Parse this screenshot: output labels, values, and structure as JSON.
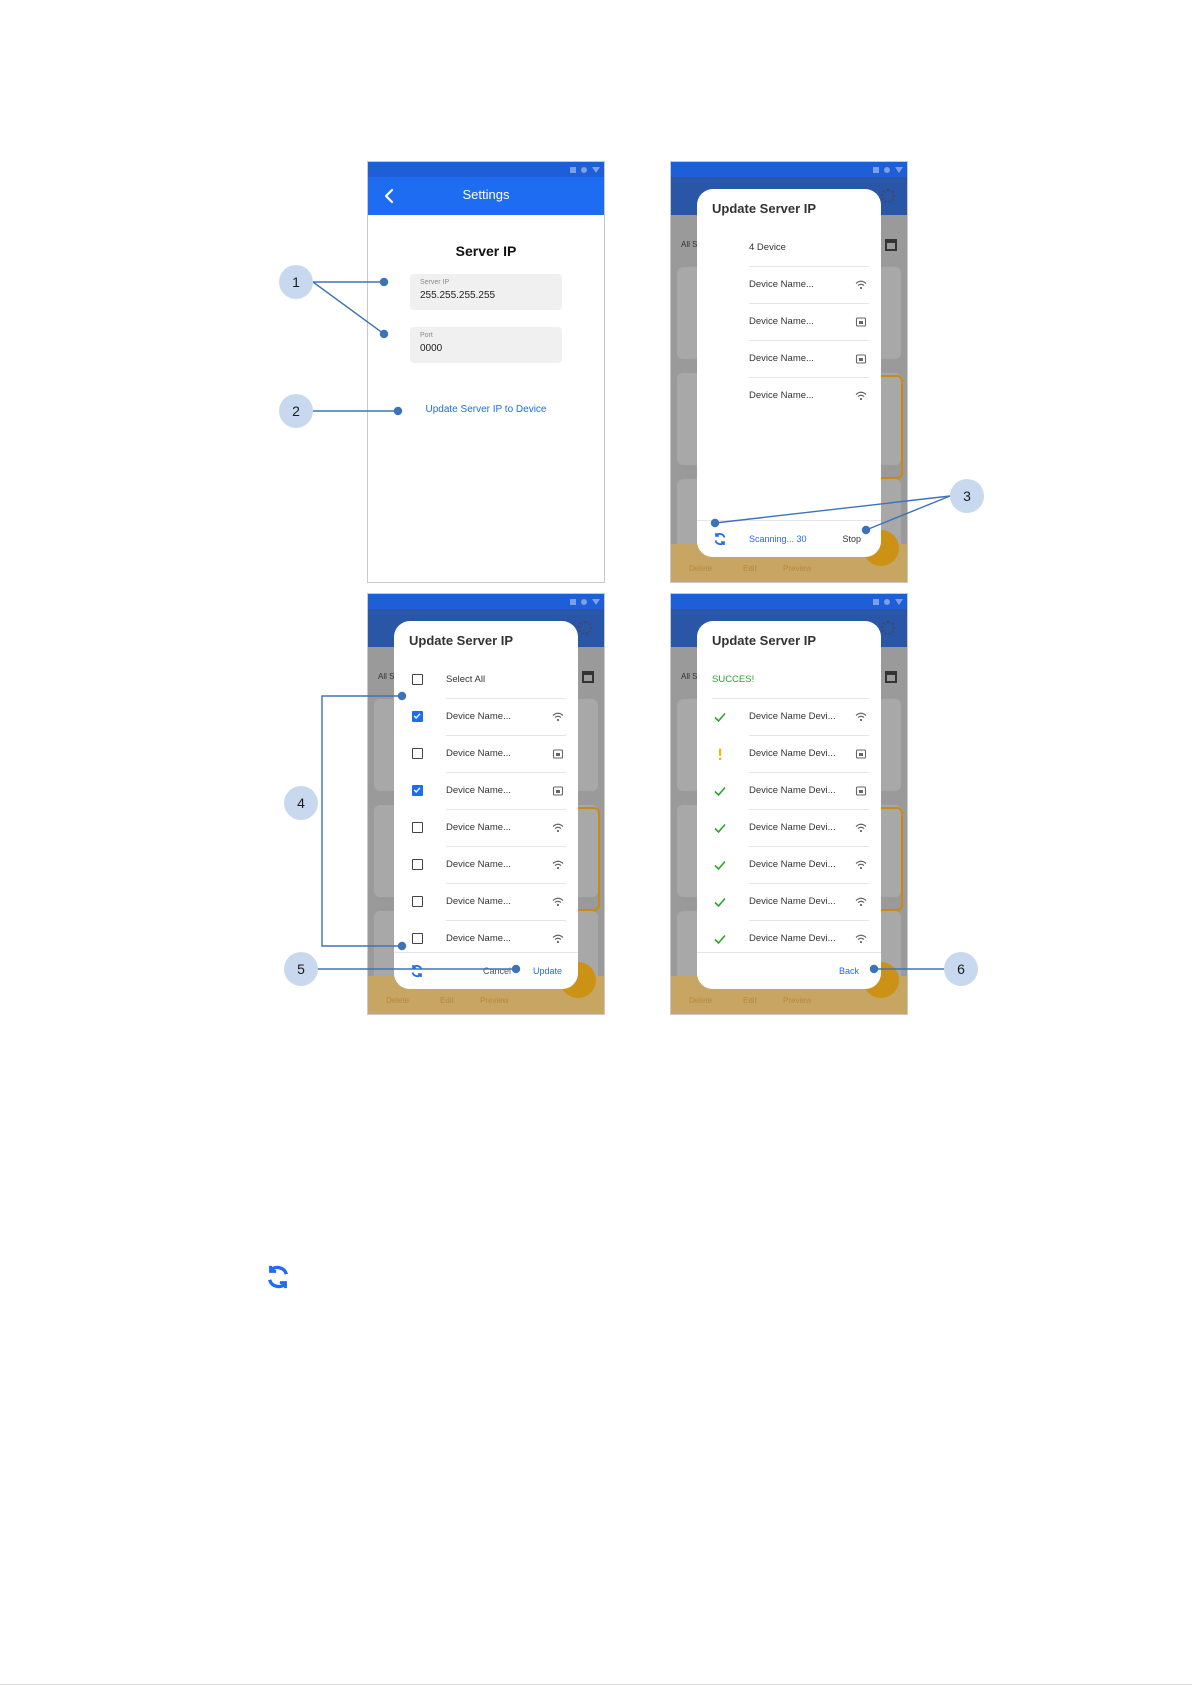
{
  "screen1": {
    "title": "Settings",
    "heading": "Server IP",
    "server_ip_label": "Server IP",
    "server_ip_value": "255.255.255.255",
    "port_label": "Port",
    "port_value": "0000",
    "update_link": "Update Server IP to Device"
  },
  "screen2": {
    "dialog_title": "Update Server IP",
    "device_count": "4 Device",
    "devices": [
      {
        "name": "Device Name...",
        "connection": "wifi-icon"
      },
      {
        "name": "Device Name...",
        "connection": "ethernet-icon"
      },
      {
        "name": "Device Name...",
        "connection": "ethernet-icon"
      },
      {
        "name": "Device Name...",
        "connection": "wifi-icon"
      }
    ],
    "scanning_text": "Scanning... 30",
    "stop_label": "Stop"
  },
  "screen3": {
    "dialog_title": "Update Server IP",
    "select_all_label": "Select All",
    "devices": [
      {
        "name": "Device Name...",
        "checked": true,
        "connection": "wifi-icon"
      },
      {
        "name": "Device Name...",
        "checked": false,
        "connection": "ethernet-icon"
      },
      {
        "name": "Device Name...",
        "checked": true,
        "connection": "ethernet-icon"
      },
      {
        "name": "Device Name...",
        "checked": false,
        "connection": "wifi-icon"
      },
      {
        "name": "Device Name...",
        "checked": false,
        "connection": "wifi-icon"
      },
      {
        "name": "Device Name...",
        "checked": false,
        "connection": "wifi-icon"
      },
      {
        "name": "Device Name...",
        "checked": false,
        "connection": "wifi-icon"
      }
    ],
    "cancel_label": "Cancel",
    "update_label": "Update"
  },
  "screen4": {
    "dialog_title": "Update Server IP",
    "status_text": "SUCCES!",
    "devices": [
      {
        "name": "Device Name Devi...",
        "status": "success",
        "connection": "wifi-icon"
      },
      {
        "name": "Device Name Devi...",
        "status": "warning",
        "connection": "ethernet-icon"
      },
      {
        "name": "Device Name Devi...",
        "status": "success",
        "connection": "ethernet-icon"
      },
      {
        "name": "Device Name Devi...",
        "status": "success",
        "connection": "wifi-icon"
      },
      {
        "name": "Device Name Devi...",
        "status": "success",
        "connection": "wifi-icon"
      },
      {
        "name": "Device Name Devi...",
        "status": "success",
        "connection": "wifi-icon"
      },
      {
        "name": "Device Name Devi...",
        "status": "success",
        "connection": "wifi-icon"
      }
    ],
    "back_label": "Back"
  },
  "background": {
    "filter_text": "All S",
    "actions": [
      "Delete",
      "Edit",
      "Preview"
    ]
  },
  "callouts": [
    "1",
    "2",
    "3",
    "4",
    "5",
    "6"
  ],
  "colors": {
    "primary": "#1e6cf2",
    "success": "#2aa52a",
    "warning": "#f2b705",
    "callout": "#c8d9ef",
    "callout_line": "#3d73b8"
  }
}
